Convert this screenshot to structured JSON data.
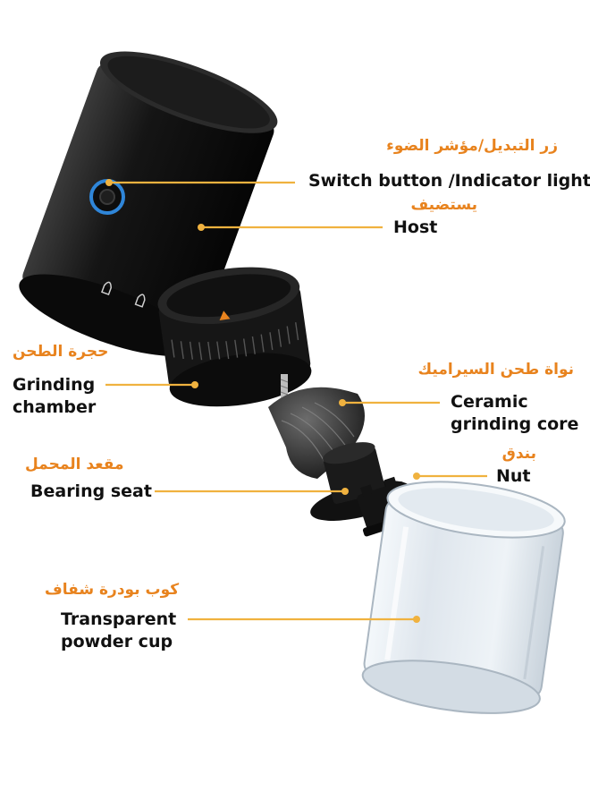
{
  "colors": {
    "accent_orange": "#e8831e",
    "leader_line": "#f0b23f",
    "body_black": "#141414",
    "indicator_blue": "#2f86d9"
  },
  "labels": {
    "switch": {
      "ar": "زر التبديل/مؤشر الضوء",
      "en": "Switch button /Indicator light"
    },
    "host": {
      "ar": "يستضيف",
      "en": "Host"
    },
    "grinding_chamber": {
      "ar": "حجرة الطحن",
      "en_line1": "Grinding",
      "en_line2": "chamber"
    },
    "ceramic_core": {
      "ar": "نواة طحن السيراميك",
      "en_line1": "Ceramic",
      "en_line2": "grinding core"
    },
    "nut": {
      "ar": "بندق",
      "en": "Nut"
    },
    "bearing_seat": {
      "ar": "مقعد المحمل",
      "en": "Bearing seat"
    },
    "powder_cup": {
      "ar": "كوب بودرة شفاف",
      "en_line1": "Transparent",
      "en_line2": "powder cup"
    }
  }
}
